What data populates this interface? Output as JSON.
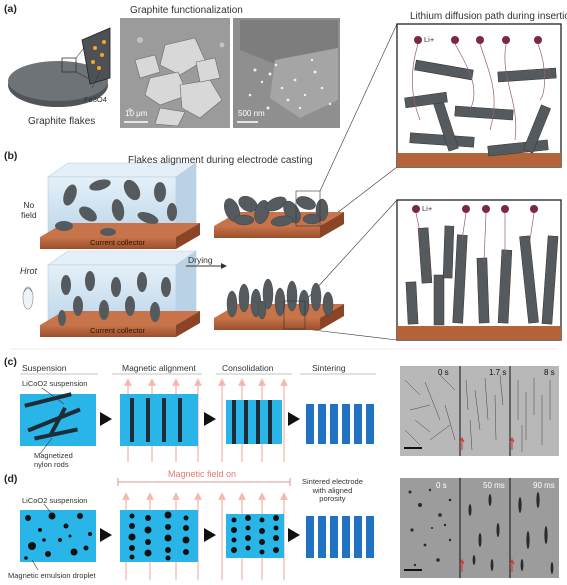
{
  "panels": {
    "a": "(a)",
    "b": "(b)",
    "c": "(c)",
    "d": "(d)"
  },
  "panel_a": {
    "title": "Graphite functionalization",
    "flakes_label": "Graphite flakes",
    "particle_label": "Fe3O4",
    "scale_1": "10 μm",
    "scale_2": "500 nm"
  },
  "insets": {
    "title": "Lithium diffusion path during insertion",
    "ion_label": "Li+"
  },
  "panel_b": {
    "title": "Flakes alignment during electrode casting",
    "no_field": "No\nfield",
    "field": "Hrot",
    "collector_1": "Current collector",
    "collector_2": "Current collector",
    "drying": "Drying"
  },
  "panel_c": {
    "steps": [
      "Suspension",
      "Magnetic alignment",
      "Consolidation",
      "Sintering"
    ],
    "suspension_label": "LiCoO2 suspension",
    "rods_label": "Magnetized\nnylon rods",
    "times": [
      "0 s",
      "1.7 s",
      "8 s"
    ]
  },
  "panel_d": {
    "field_on": "Magnetic field on",
    "suspension_label": "LiCoO2 suspension",
    "droplet_label": "Magnetic emulsion droplet",
    "sintered_label": "Sintered electrode\nwith aligned\nporosity",
    "times": [
      "0 s",
      "50 ms",
      "90 ms"
    ]
  },
  "colors": {
    "collector": "#b5643a",
    "suspension_box": "#cfe3f1",
    "flake": "#555a5e",
    "cyan": "#29b5e8",
    "sintered": "#1f73c1",
    "field_arrow": "#f2b9ad",
    "ion": "#7a2845"
  }
}
